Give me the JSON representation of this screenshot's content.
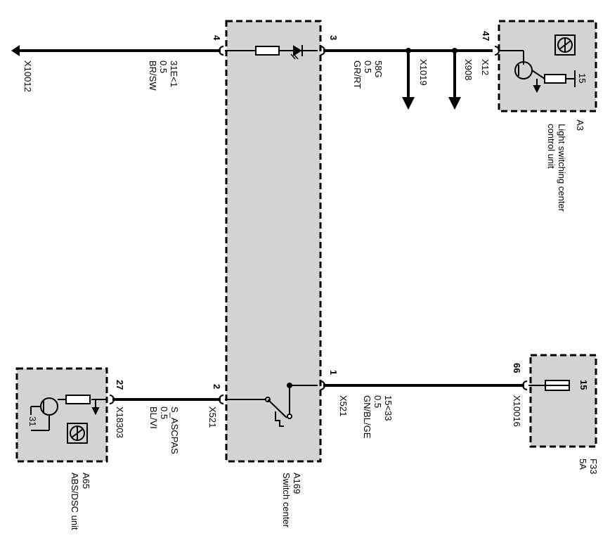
{
  "colors": {
    "wire": "#000000",
    "module_fill": "#d3d3d3",
    "module_border": "#000000",
    "background": "#ffffff"
  },
  "switch_center": {
    "designation": "A169",
    "name": "Switch center",
    "pins": {
      "left_top": "4",
      "right_top": "3",
      "left_bottom": "2",
      "right_bottom": "1"
    }
  },
  "light_switching_center": {
    "designation": "A3",
    "name_line1": "Light switching center",
    "name_line2": "control unit",
    "pin": "47",
    "connector": "X12",
    "terminal": "15"
  },
  "abs_dsc_unit": {
    "designation": "A65",
    "name": "ABS/DSC unit",
    "pin": "27",
    "connector": "X18303",
    "terminal": "31"
  },
  "fuse": {
    "designation": "F33",
    "rating": "5A",
    "pin": "66",
    "connector": "X10016",
    "terminal": "15"
  },
  "wires": {
    "top_left": {
      "connector": "X10012",
      "signal": "31E<1",
      "size": "0.5",
      "color": "BR/SW"
    },
    "top_right": {
      "signal": "58G",
      "size": "0.5",
      "color": "GR/RT",
      "branch1": "X1019",
      "branch2": "X908"
    },
    "bottom_left": {
      "connector": "X521",
      "signal": "S_ASCPAS",
      "size": "0.5",
      "color": "BL/VI"
    },
    "bottom_right": {
      "connector": "X521",
      "signal": "15<33",
      "size": "0.5",
      "color": "GN/BL/GE"
    }
  }
}
